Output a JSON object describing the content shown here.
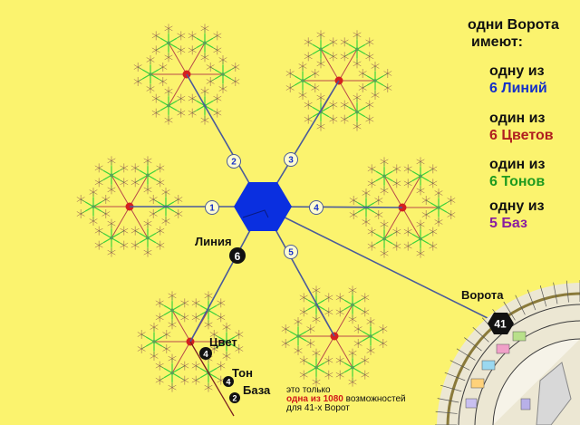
{
  "side_panel": {
    "title_line1": "одни Ворота",
    "title_line2": "имеют:",
    "items": [
      {
        "prefix": "одну из",
        "value": "6 Линий",
        "color": "#1530c8"
      },
      {
        "prefix": "один из",
        "value": "6 Цветов",
        "color": "#b01f1f"
      },
      {
        "prefix": "один из",
        "value": "6 Тонов",
        "color": "#1f9a1f"
      },
      {
        "prefix": "одну из",
        "value": "5 Баз",
        "color": "#8a1fa0"
      }
    ]
  },
  "hub": {
    "color": "#0a2fe0",
    "spoke_numbers": [
      "1",
      "2",
      "3",
      "4",
      "5"
    ]
  },
  "labels": {
    "line": "Линия",
    "line_number": "6",
    "color": "Цвет",
    "color_number": "4",
    "tone": "Тон",
    "tone_number": "4",
    "base": "База",
    "base_number": "2",
    "gate": "Ворота",
    "gate_number": "41"
  },
  "footnote": {
    "part1": "это только",
    "part2_red": "одна из 1080",
    "part3": "возможностей",
    "part4": "для 41-х Ворот"
  },
  "colors": {
    "background": "#fbf36e",
    "green": "#3bd43b",
    "red": "#d42020",
    "spoke": "#4a5a9a"
  }
}
